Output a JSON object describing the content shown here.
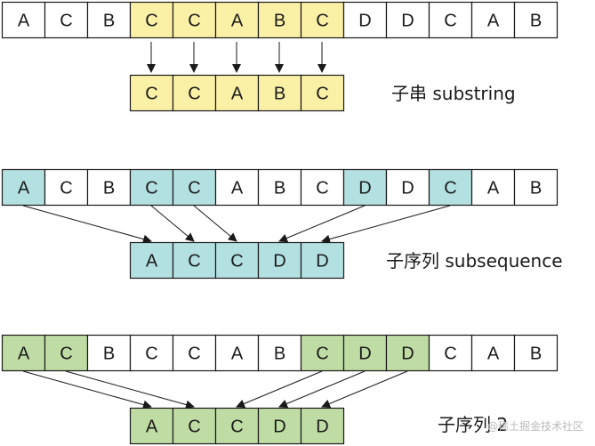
{
  "colors": {
    "yellow": "#faf1a6",
    "cyan": "#b3e1e1",
    "green": "#bfdca4",
    "white": "#ffffff",
    "stroke": "#1a1a1a"
  },
  "panels": [
    {
      "source": [
        "A",
        "C",
        "B",
        "C",
        "C",
        "A",
        "B",
        "C",
        "D",
        "D",
        "C",
        "A",
        "B"
      ],
      "highlight": [
        3,
        4,
        5,
        6,
        7
      ],
      "color": "yellow",
      "result": [
        "C",
        "C",
        "A",
        "B",
        "C"
      ],
      "caption": "子串  substring",
      "arrow_style": "vertical"
    },
    {
      "source": [
        "A",
        "C",
        "B",
        "C",
        "C",
        "A",
        "B",
        "C",
        "D",
        "D",
        "C",
        "A",
        "B"
      ],
      "highlight": [
        0,
        3,
        4,
        8,
        10
      ],
      "color": "cyan",
      "result": [
        "A",
        "C",
        "C",
        "D",
        "D"
      ],
      "caption": "子序列  subsequence",
      "arrow_style": "diagonal"
    },
    {
      "source": [
        "A",
        "C",
        "B",
        "C",
        "C",
        "A",
        "B",
        "C",
        "D",
        "D",
        "C",
        "A",
        "B"
      ],
      "highlight": [
        0,
        1,
        7,
        8,
        9
      ],
      "color": "green",
      "result": [
        "A",
        "C",
        "C",
        "D",
        "D"
      ],
      "caption": "子序列 2",
      "arrow_style": "diagonal"
    }
  ],
  "watermark": "@稀土掘金技术社区"
}
